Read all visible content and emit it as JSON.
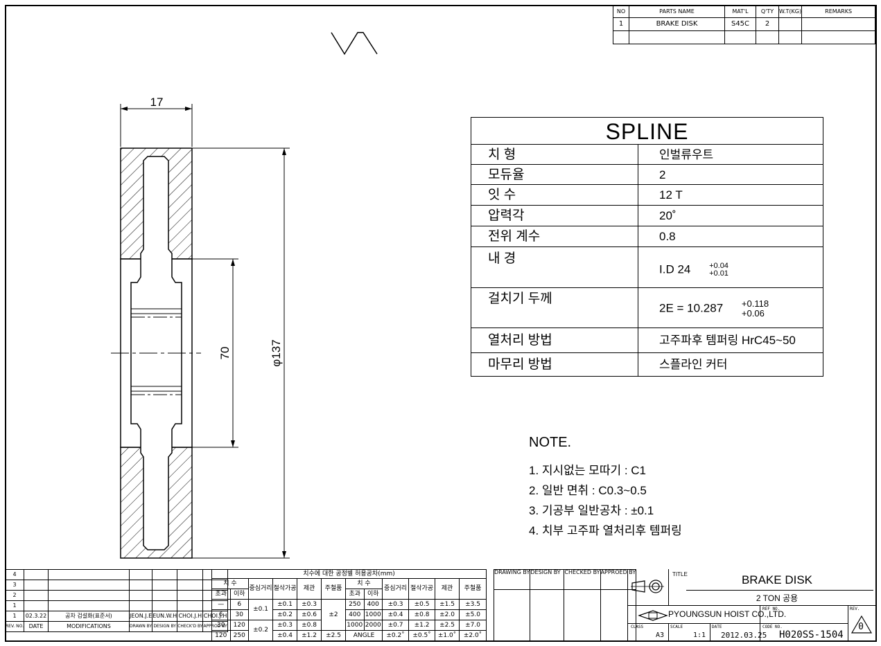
{
  "parts_list": {
    "headers": [
      "NO",
      "PARTS NAME",
      "MAT'L",
      "Q'TY",
      "W.T(KG)",
      "REMARKS"
    ],
    "rows": [
      [
        "1",
        "BRAKE DISK",
        "S45C",
        "2",
        "",
        ""
      ]
    ]
  },
  "drawing": {
    "dim_width": "17",
    "dim_inner": "70",
    "dim_outer": "φ137"
  },
  "spline": {
    "title": "SPLINE",
    "rows": [
      {
        "label": "치  형",
        "value": "인벌류우트"
      },
      {
        "label": "모듀율",
        "value": "2"
      },
      {
        "label": "잇  수",
        "value": "12 T"
      },
      {
        "label": "압력각",
        "value": "20˚"
      },
      {
        "label": "전위 계수",
        "value": "0.8"
      },
      {
        "label": "내  경",
        "value": "I.D 24",
        "tol_upper": "+0.04",
        "tol_lower": "+0.01"
      },
      {
        "label": "걸치기 두께",
        "value": "2E = 10.287",
        "tol_upper": "+0.118",
        "tol_lower": "+0.06"
      },
      {
        "label": "열처리 방법",
        "value": "고주파후 템퍼링 HrC45~50"
      },
      {
        "label": "마무리 방법",
        "value": "스플라인 커터"
      }
    ]
  },
  "note": {
    "title": "NOTE.",
    "items": [
      "1. 지시없는 모따기 : C1",
      "2. 일반 면취 : C0.3~0.5",
      "3. 기공부 일반공차 : ±0.1",
      "4. 치부 고주파 열처리후 템퍼링"
    ]
  },
  "revisions": {
    "rev_labels": [
      "4",
      "3",
      "2",
      "1"
    ],
    "rows": [
      {
        "rev": "1",
        "date": "02.3.22",
        "mod": "공차 검설화(표준서)",
        "drawn": "JEON.J.E",
        "design": "EUN.W.H",
        "check": "CHOI.J.H",
        "approve": "CHOI.J.H"
      }
    ],
    "footer": [
      "REV. NO.",
      "DATE",
      "MODIFICATIONS",
      "DRAWN BY",
      "DESIGN BY",
      "CHECK'D BY",
      "APPROD BY"
    ]
  },
  "tolerance_table": {
    "title": "치수에 대한 공정별 허용공차(mm)",
    "col_size": "치 수",
    "col_over": "초과",
    "col_under": "이하",
    "col_center": "중심거리",
    "col_cut": "절삭가공",
    "col_plate": "제관",
    "col_cast": "주철품",
    "left_rows": [
      [
        "—",
        "6",
        "±0.1",
        "±0.3"
      ],
      [
        "6",
        "30",
        "±0.2",
        "±0.6"
      ],
      [
        "30",
        "120",
        "±0.3",
        "±0.8"
      ],
      [
        "120",
        "250",
        "±0.4",
        "±1.2"
      ]
    ],
    "left_center": [
      "±0.1",
      "±0.2"
    ],
    "left_cast": [
      "±2",
      "±2.5"
    ],
    "right_rows": [
      [
        "250",
        "400",
        "±0.3",
        "±0.5",
        "±1.5",
        "±3.5"
      ],
      [
        "400",
        "1000",
        "±0.4",
        "±0.8",
        "±2.0",
        "±5.0"
      ],
      [
        "1000",
        "2000",
        "±0.7",
        "±1.2",
        "±2.5",
        "±7.0"
      ]
    ],
    "angle_row": [
      "ANGLE",
      "±0.2˚",
      "±0.5˚",
      "±1.0˚",
      "±2.0˚"
    ]
  },
  "approval": {
    "drawing": "DRAWING BY",
    "design": "DESIGN BY",
    "checked": "CHECKED BY",
    "approved": "APPROED BY"
  },
  "title_block": {
    "title_label": "TITLE",
    "title": "BRAKE DISK",
    "subtitle": "2 TON 공용",
    "company": "PYOUNGSUN HOIST CO.,LTD.",
    "ref_label": "REF NO.",
    "rev_label": "REV.",
    "class_label": "CLASS",
    "class_value": "A3",
    "scale_label": "SCALE",
    "scale_value": "1:1",
    "date_label": "DATE",
    "date_value": "2012.03.25",
    "code_label": "CODE NO.",
    "code_value": "H020SS-1504",
    "rev_value": "0"
  }
}
